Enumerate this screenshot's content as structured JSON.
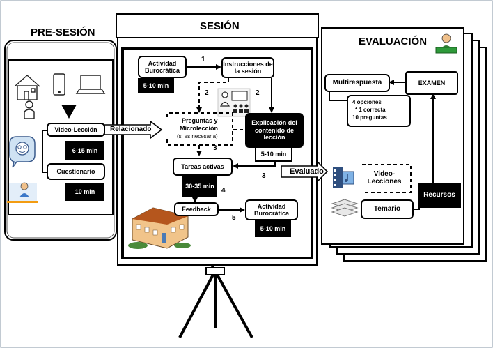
{
  "presesion": {
    "title": "PRE-SESIÓN",
    "video_leccion": "Video-Lección",
    "video_time": "6-15 min",
    "cuestionario": "Cuestionario",
    "cuest_time": "10 min"
  },
  "relacionado": "Relacionado",
  "sesion": {
    "title": "SESIÓN",
    "actividad1": "Actividad Burocrática",
    "actividad1_time": "5-10 min",
    "instrucciones": "Instrucciones de la sesión",
    "preguntas_line1": "Preguntas y",
    "preguntas_line2": "Microlección",
    "preguntas_line3": "(si es necesaria)",
    "explicacion": "Explicación del contenido de lección",
    "explicacion_time": "5-10 min",
    "tareas": "Tareas activas",
    "tareas_time": "30-35 min",
    "feedback": "Feedback",
    "actividad2": "Actividad Burocrática",
    "actividad2_time": "5-10 min",
    "n1": "1",
    "n2a": "2",
    "n2b": "2",
    "n3a": "3",
    "n3b": "3",
    "n4": "4",
    "n5": "5"
  },
  "evaluado": "Evaluado",
  "evaluacion": {
    "title": "EVALUACIÓN",
    "multirespuesta": "Multirespuesta",
    "examen": "EXAMEN",
    "opciones": "4 opciones",
    "correcta": "* 1 correcta",
    "preguntas": "10 preguntas",
    "video_lecciones": "Video-Lecciones",
    "temario": "Temario",
    "recursos": "Recursos"
  }
}
